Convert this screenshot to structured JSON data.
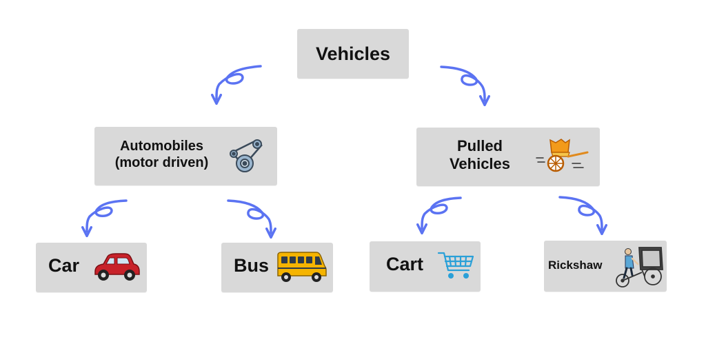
{
  "diagram": {
    "accent_color": "#5b73f2",
    "box_color": "#d9d9d9",
    "nodes": {
      "root": {
        "label": "Vehicles"
      },
      "auto": {
        "line1": "Automobiles",
        "line2": "(motor driven)",
        "icon": "engine-belt-icon"
      },
      "pulled": {
        "line1": "Pulled",
        "line2": "Vehicles",
        "icon": "pulled-cart-icon"
      },
      "car": {
        "label": "Car",
        "icon": "car-icon"
      },
      "bus": {
        "label": "Bus",
        "icon": "bus-icon"
      },
      "cart": {
        "label": "Cart",
        "icon": "shopping-cart-icon"
      },
      "rick": {
        "label": "Rickshaw",
        "icon": "rickshaw-icon"
      }
    },
    "edges": [
      {
        "from": "Vehicles",
        "to": "Automobiles (motor driven)"
      },
      {
        "from": "Vehicles",
        "to": "Pulled Vehicles"
      },
      {
        "from": "Automobiles (motor driven)",
        "to": "Car"
      },
      {
        "from": "Automobiles (motor driven)",
        "to": "Bus"
      },
      {
        "from": "Pulled Vehicles",
        "to": "Cart"
      },
      {
        "from": "Pulled Vehicles",
        "to": "Rickshaw"
      }
    ]
  }
}
